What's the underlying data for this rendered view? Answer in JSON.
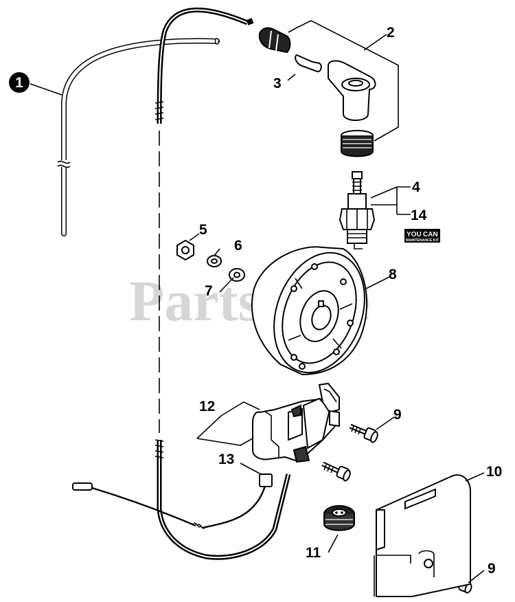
{
  "watermark": "PartsTree",
  "callouts": {
    "c1": "1",
    "c2": "2",
    "c3": "3",
    "c4": "4",
    "c5": "5",
    "c6": "6",
    "c7": "7",
    "c8": "8",
    "c9a": "9",
    "c9b": "9",
    "c10": "10",
    "c11": "11",
    "c12": "12",
    "c13": "13",
    "c14": "14"
  },
  "badge": {
    "line1_left": "YOU",
    "line1_right": "CAN",
    "line2": "MAINTENANCE KIT"
  }
}
